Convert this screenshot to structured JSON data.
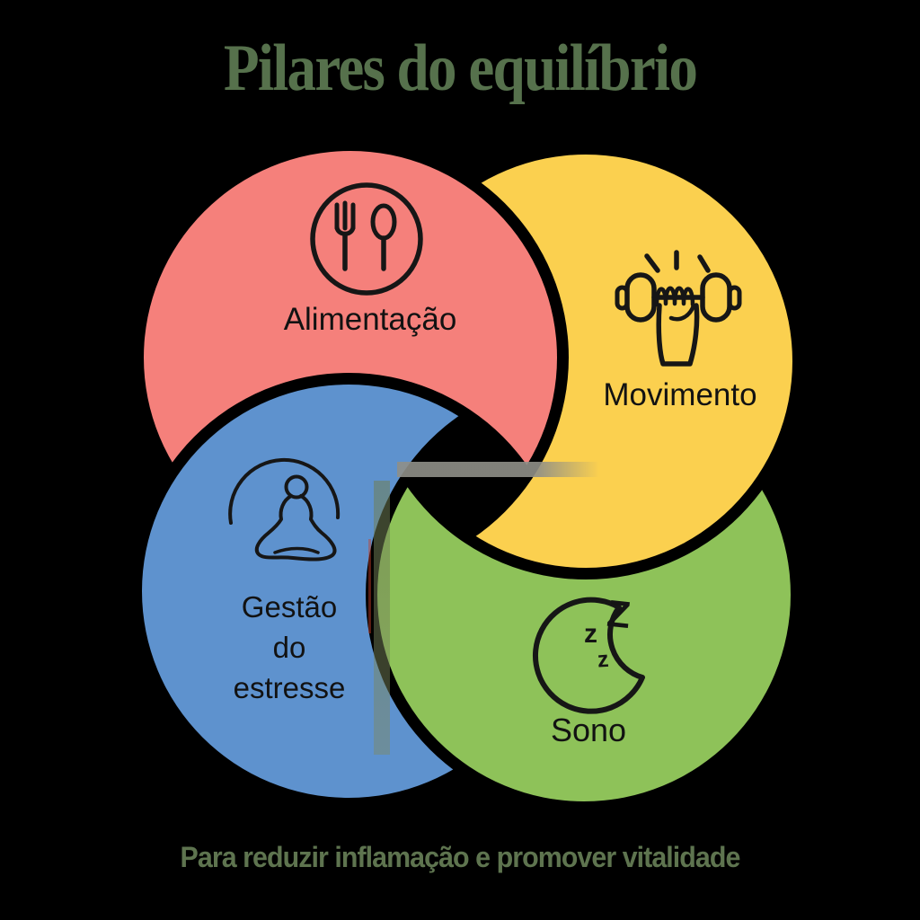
{
  "title": "Pilares do equilíbrio",
  "caption": "Para reduzir inflamação e promover vitalidade",
  "sections": [
    {
      "label": "Alimentação",
      "color": "#f5807b",
      "icon": "fork-spoon-icon"
    },
    {
      "label": "Movimento",
      "color": "#fbd04f",
      "icon": "dumbbell-hand-icon"
    },
    {
      "label": "Gestão do estresse",
      "label_lines": [
        "Gestão",
        "do",
        "estresse"
      ],
      "color": "#5e92ce",
      "icon": "meditation-icon"
    },
    {
      "label": "Sono",
      "color": "#8ec259",
      "icon": "moon-zzz-icon"
    }
  ],
  "sleep_icon_text": {
    "z_large": "Z",
    "z_medium": "z",
    "z_small": "z"
  },
  "colors": {
    "background": "#000000",
    "title_text": "#56714c",
    "caption_text": "#5e744f",
    "label_text": "#121212",
    "icon_stroke": "#161616",
    "section_red": "#f5807b",
    "section_yellow": "#fbd04f",
    "section_blue": "#5e92ce",
    "section_green": "#8ec259"
  }
}
